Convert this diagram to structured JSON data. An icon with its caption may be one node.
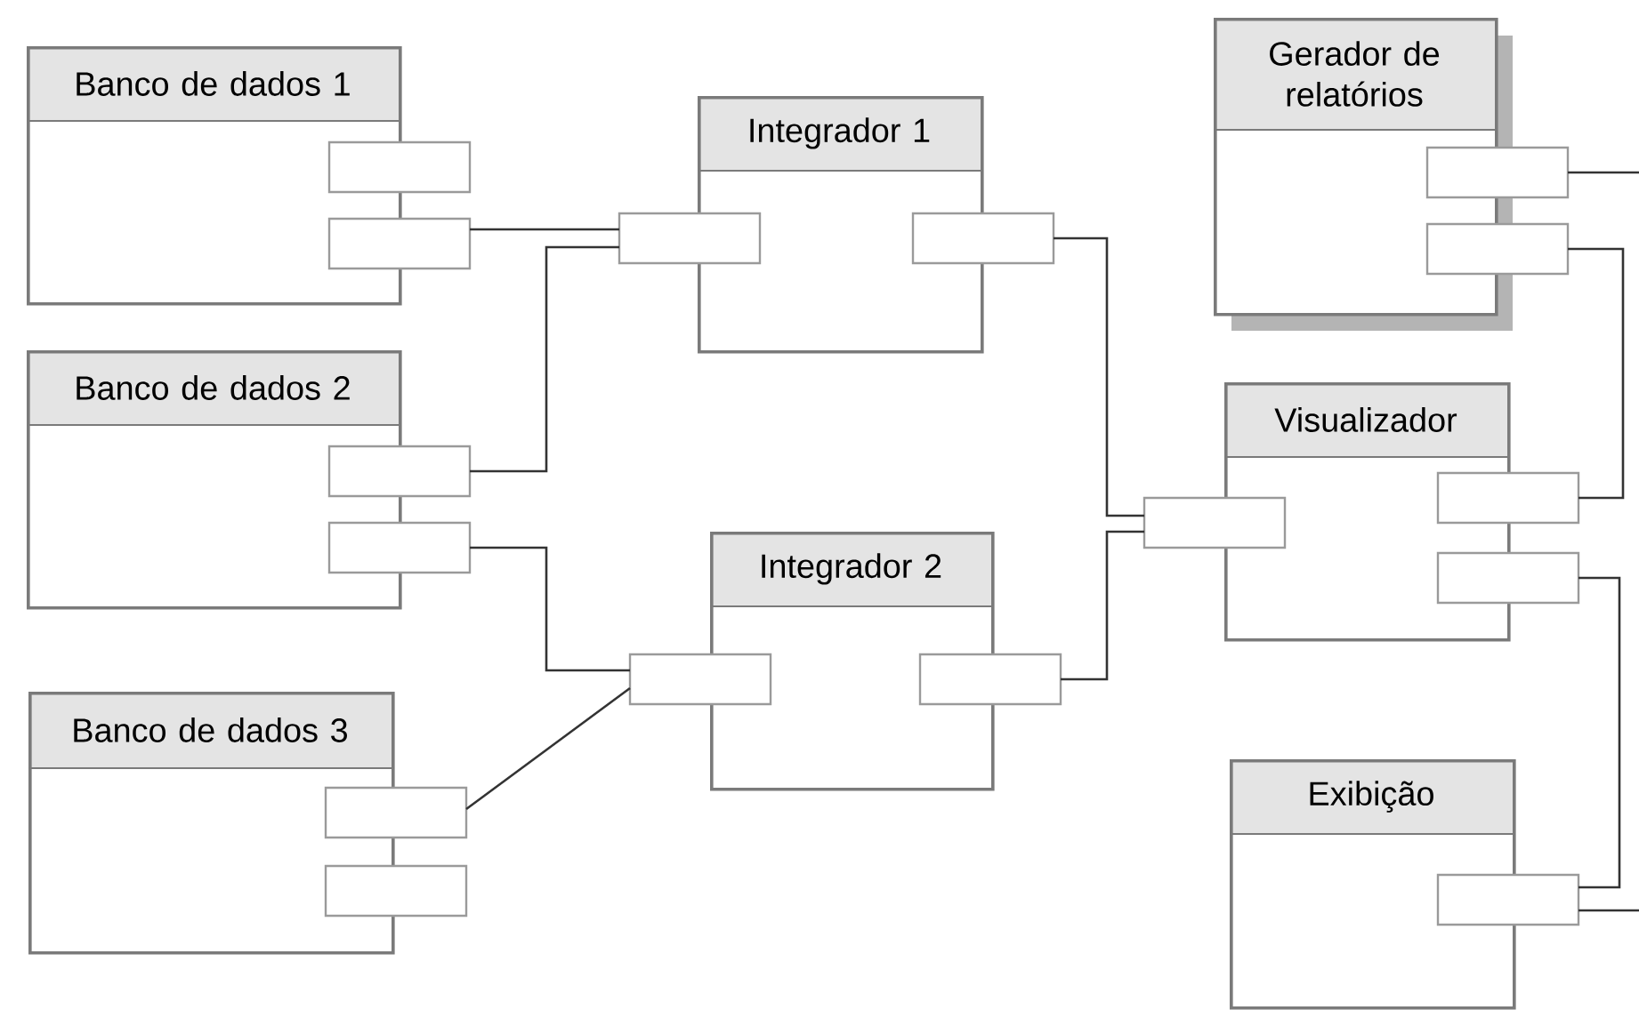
{
  "diagram": {
    "nodes": [
      {
        "text": [
          "Banco de dados 1"
        ]
      },
      {
        "text": [],
        "shape": "box"
      },
      {
        "text": [],
        "shape": "box"
      },
      {
        "text": [
          "Integrador 1"
        ]
      },
      {
        "text": [],
        "shape": "box"
      },
      {
        "text": [],
        "shape": "box"
      },
      {
        "text": [
          "Gerador de relatórios"
        ]
      },
      {
        "text": [],
        "shape": "box"
      },
      {
        "text": [],
        "shape": "box"
      },
      {
        "text": [
          "Banco de dados 2"
        ]
      },
      {
        "text": [],
        "shape": "box"
      },
      {
        "text": [],
        "shape": "box"
      },
      {
        "text": [
          "Visualizador"
        ]
      },
      {
        "text": [],
        "shape": "box"
      },
      {
        "text": [],
        "shape": "box"
      },
      {
        "text": [],
        "shape": "box"
      },
      {
        "text": [
          "Integrador 2"
        ]
      },
      {
        "text": [],
        "shape": "box"
      },
      {
        "text": [],
        "shape": "box"
      },
      {
        "text": [
          "Banco de dados 3"
        ]
      },
      {
        "text": [],
        "shape": "box"
      },
      {
        "text": [],
        "shape": "box"
      },
      {
        "text": [
          "Exibição"
        ]
      },
      {
        "text": [],
        "shape": "box"
      }
    ],
    "edges": [
      {
        "from": 2,
        "to": 4,
        "arrow": "none"
      },
      {
        "from": 10,
        "to": 4,
        "arrow": "none"
      },
      {
        "from": 11,
        "to": 17,
        "arrow": "none"
      },
      {
        "from": 20,
        "to": 17,
        "arrow": "none"
      },
      {
        "from": 5,
        "to": 13,
        "arrow": "none"
      },
      {
        "from": 18,
        "to": 13,
        "arrow": "none"
      },
      {
        "from": 7,
        "to": null,
        "arrow": "none"
      },
      {
        "from": 8,
        "to": 14,
        "arrow": "none"
      },
      {
        "from": 15,
        "to": 23,
        "arrow": "none"
      },
      {
        "from": 23,
        "to": null,
        "arrow": "none"
      }
    ]
  }
}
